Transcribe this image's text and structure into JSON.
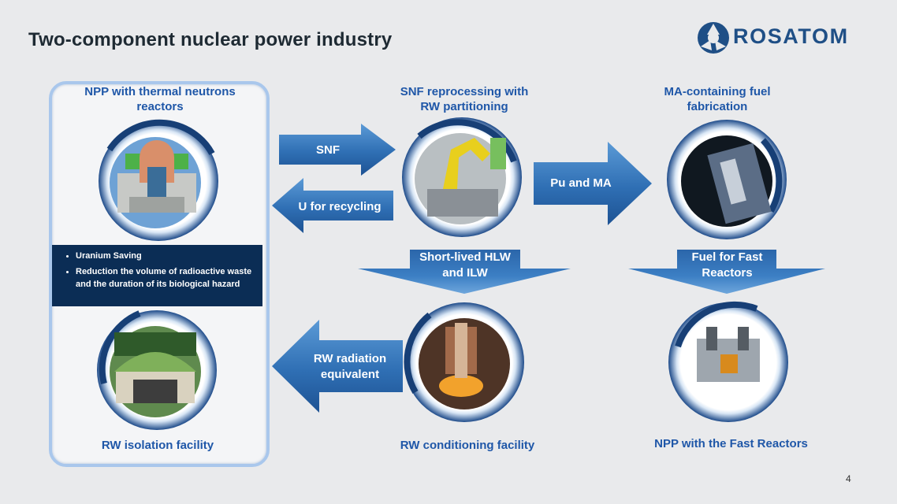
{
  "header": {
    "title": "Two-component nuclear power industry",
    "logo_text": "ROSATOM"
  },
  "nodes": {
    "npp_thermal": "NPP with thermal neutrons reactors",
    "snf_reprocessing": "SNF reprocessing with RW partitioning",
    "ma_fuel": "MA-containing fuel fabrication",
    "rw_isolation": "RW isolation facility",
    "rw_conditioning": "RW conditioning facility",
    "npp_fast": "NPP with the Fast Reactors"
  },
  "arrows": {
    "snf": "SNF",
    "u_recycling": "U for recycling",
    "pu_ma": "Pu and MA",
    "short_lived": "Short-lived HLW and ILW",
    "fuel_fast": "Fuel for Fast Reactors",
    "rw_equiv": "RW radiation equivalent"
  },
  "benefits": [
    "Uranium Saving",
    "Reduction the volume of radioactive waste and the duration of its biological hazard"
  ],
  "page_number": "4",
  "colors": {
    "brand": "#1f4f86",
    "arrow_fill": "#3f7fc2",
    "label_blue": "#1f57a8",
    "bullet_box": "#0b2d55"
  }
}
